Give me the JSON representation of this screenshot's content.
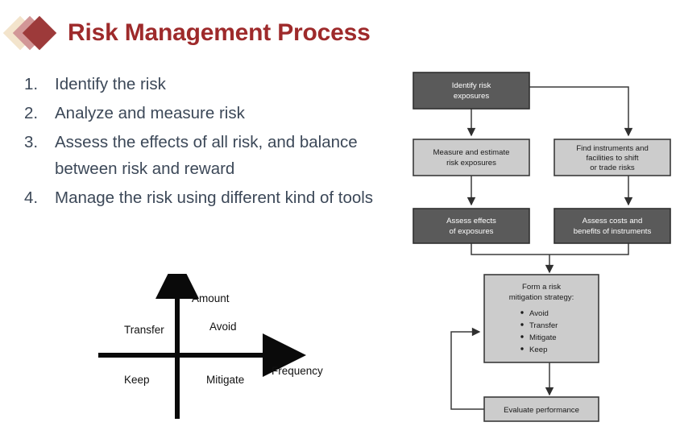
{
  "title": {
    "text": "Risk Management Process",
    "color": "#9e2a2b",
    "logo": {
      "name": "diamond-logo",
      "diamond_colors": [
        "#f3e4cc",
        "#d29797",
        "#9d3a3a"
      ]
    }
  },
  "steps": {
    "items": [
      {
        "num": "1.",
        "text": "Identify the risk"
      },
      {
        "num": "2.",
        "text": "Analyze and measure risk"
      },
      {
        "num": "3.",
        "text": "Assess the effects of all risk, and balance between risk and reward"
      },
      {
        "num": "4.",
        "text": "Manage the risk using different kind of tools"
      }
    ],
    "text_color": "#3c4858"
  },
  "quadrant": {
    "y_axis_label": "Amount",
    "x_axis_label": "Frequency",
    "labels": {
      "top_left": "Transfer",
      "top_right": "Avoid",
      "bottom_left": "Keep",
      "bottom_right": "Mitigate"
    },
    "axis_color": "#0a0a0a"
  },
  "flowchart": {
    "colors": {
      "dark_fill": "#5a5a5a",
      "light_fill": "#cccccc",
      "border": "#3a3a3a",
      "dark_text": "#1a1a1a",
      "light_text": "#ffffff"
    },
    "nodes": {
      "identify": {
        "lines": [
          "Identify risk",
          "exposures"
        ],
        "style": "dark"
      },
      "measure": {
        "lines": [
          "Measure and estimate",
          "risk exposures"
        ],
        "style": "light"
      },
      "find": {
        "lines": [
          "Find instruments and",
          "facilities to shift",
          "or trade risks"
        ],
        "style": "light"
      },
      "assess_effects": {
        "lines": [
          "Assess effects",
          "of exposures"
        ],
        "style": "dark"
      },
      "assess_costs": {
        "lines": [
          "Assess costs and",
          "benefits of instruments"
        ],
        "style": "dark"
      },
      "strategy": {
        "lines": [
          "Form a risk",
          "mitigation strategy:"
        ],
        "bullets": [
          "Avoid",
          "Transfer",
          "Mitigate",
          "Keep"
        ],
        "style": "light"
      },
      "evaluate": {
        "lines": [
          "Evaluate performance"
        ],
        "style": "light"
      }
    }
  }
}
